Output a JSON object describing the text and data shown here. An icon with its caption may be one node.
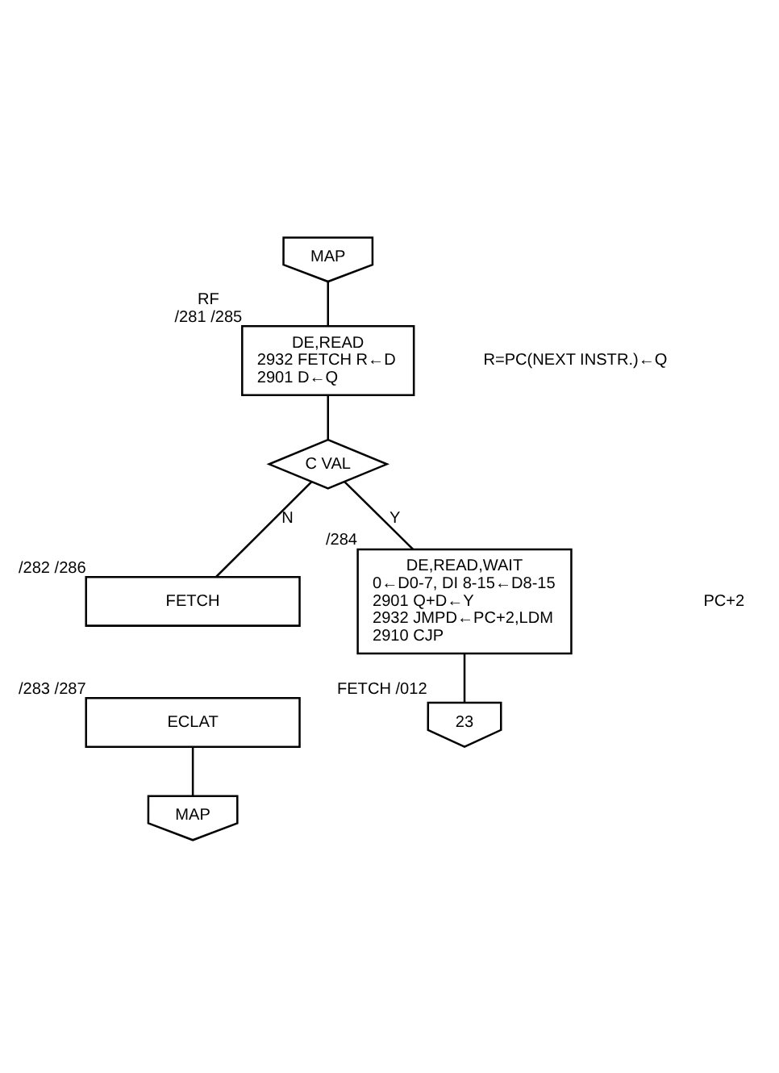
{
  "diagram": {
    "nodes": [
      {
        "text": [
          "MAP"
        ]
      },
      {
        "text": [
          "DE,READ",
          "2932 FETCH R←D",
          "2901 D←Q"
        ],
        "beside": [
          "RF",
          "/281 /285"
        ]
      },
      {
        "text": [
          "C VAL"
        ]
      },
      {
        "text": [
          "FETCH"
        ],
        "beside": [
          "/282 /286"
        ]
      },
      {
        "text": [
          "ECLAT"
        ],
        "beside": [
          "/283 /287"
        ]
      },
      {
        "text": [
          "MAP"
        ]
      },
      {
        "text": [
          "DE,READ,WAIT",
          "0←D0-7, DI 8-15←D8-15",
          "2901 Q+D←Y",
          "2932 JMPD←PC+2,LDM",
          "2910 CJP"
        ],
        "beside": [
          "/284"
        ]
      },
      {
        "text": [
          "23"
        ],
        "beside": [
          "FETCH /012"
        ]
      }
    ],
    "edges": [
      {
        "from": 0,
        "to": 1,
        "arrow": "none"
      },
      {
        "from": 1,
        "to": 2,
        "arrow": "none"
      },
      {
        "from": 2,
        "to": 3,
        "arrow": "none",
        "label": "N"
      },
      {
        "from": 4,
        "to": 5,
        "arrow": "none"
      },
      {
        "from": 2,
        "to": 6,
        "arrow": "none",
        "label": "Y"
      },
      {
        "from": 6,
        "to": 7,
        "arrow": "none"
      }
    ],
    "labels": [
      "R=PC(NEXT INSTR.)←Q",
      "PC+2"
    ]
  }
}
